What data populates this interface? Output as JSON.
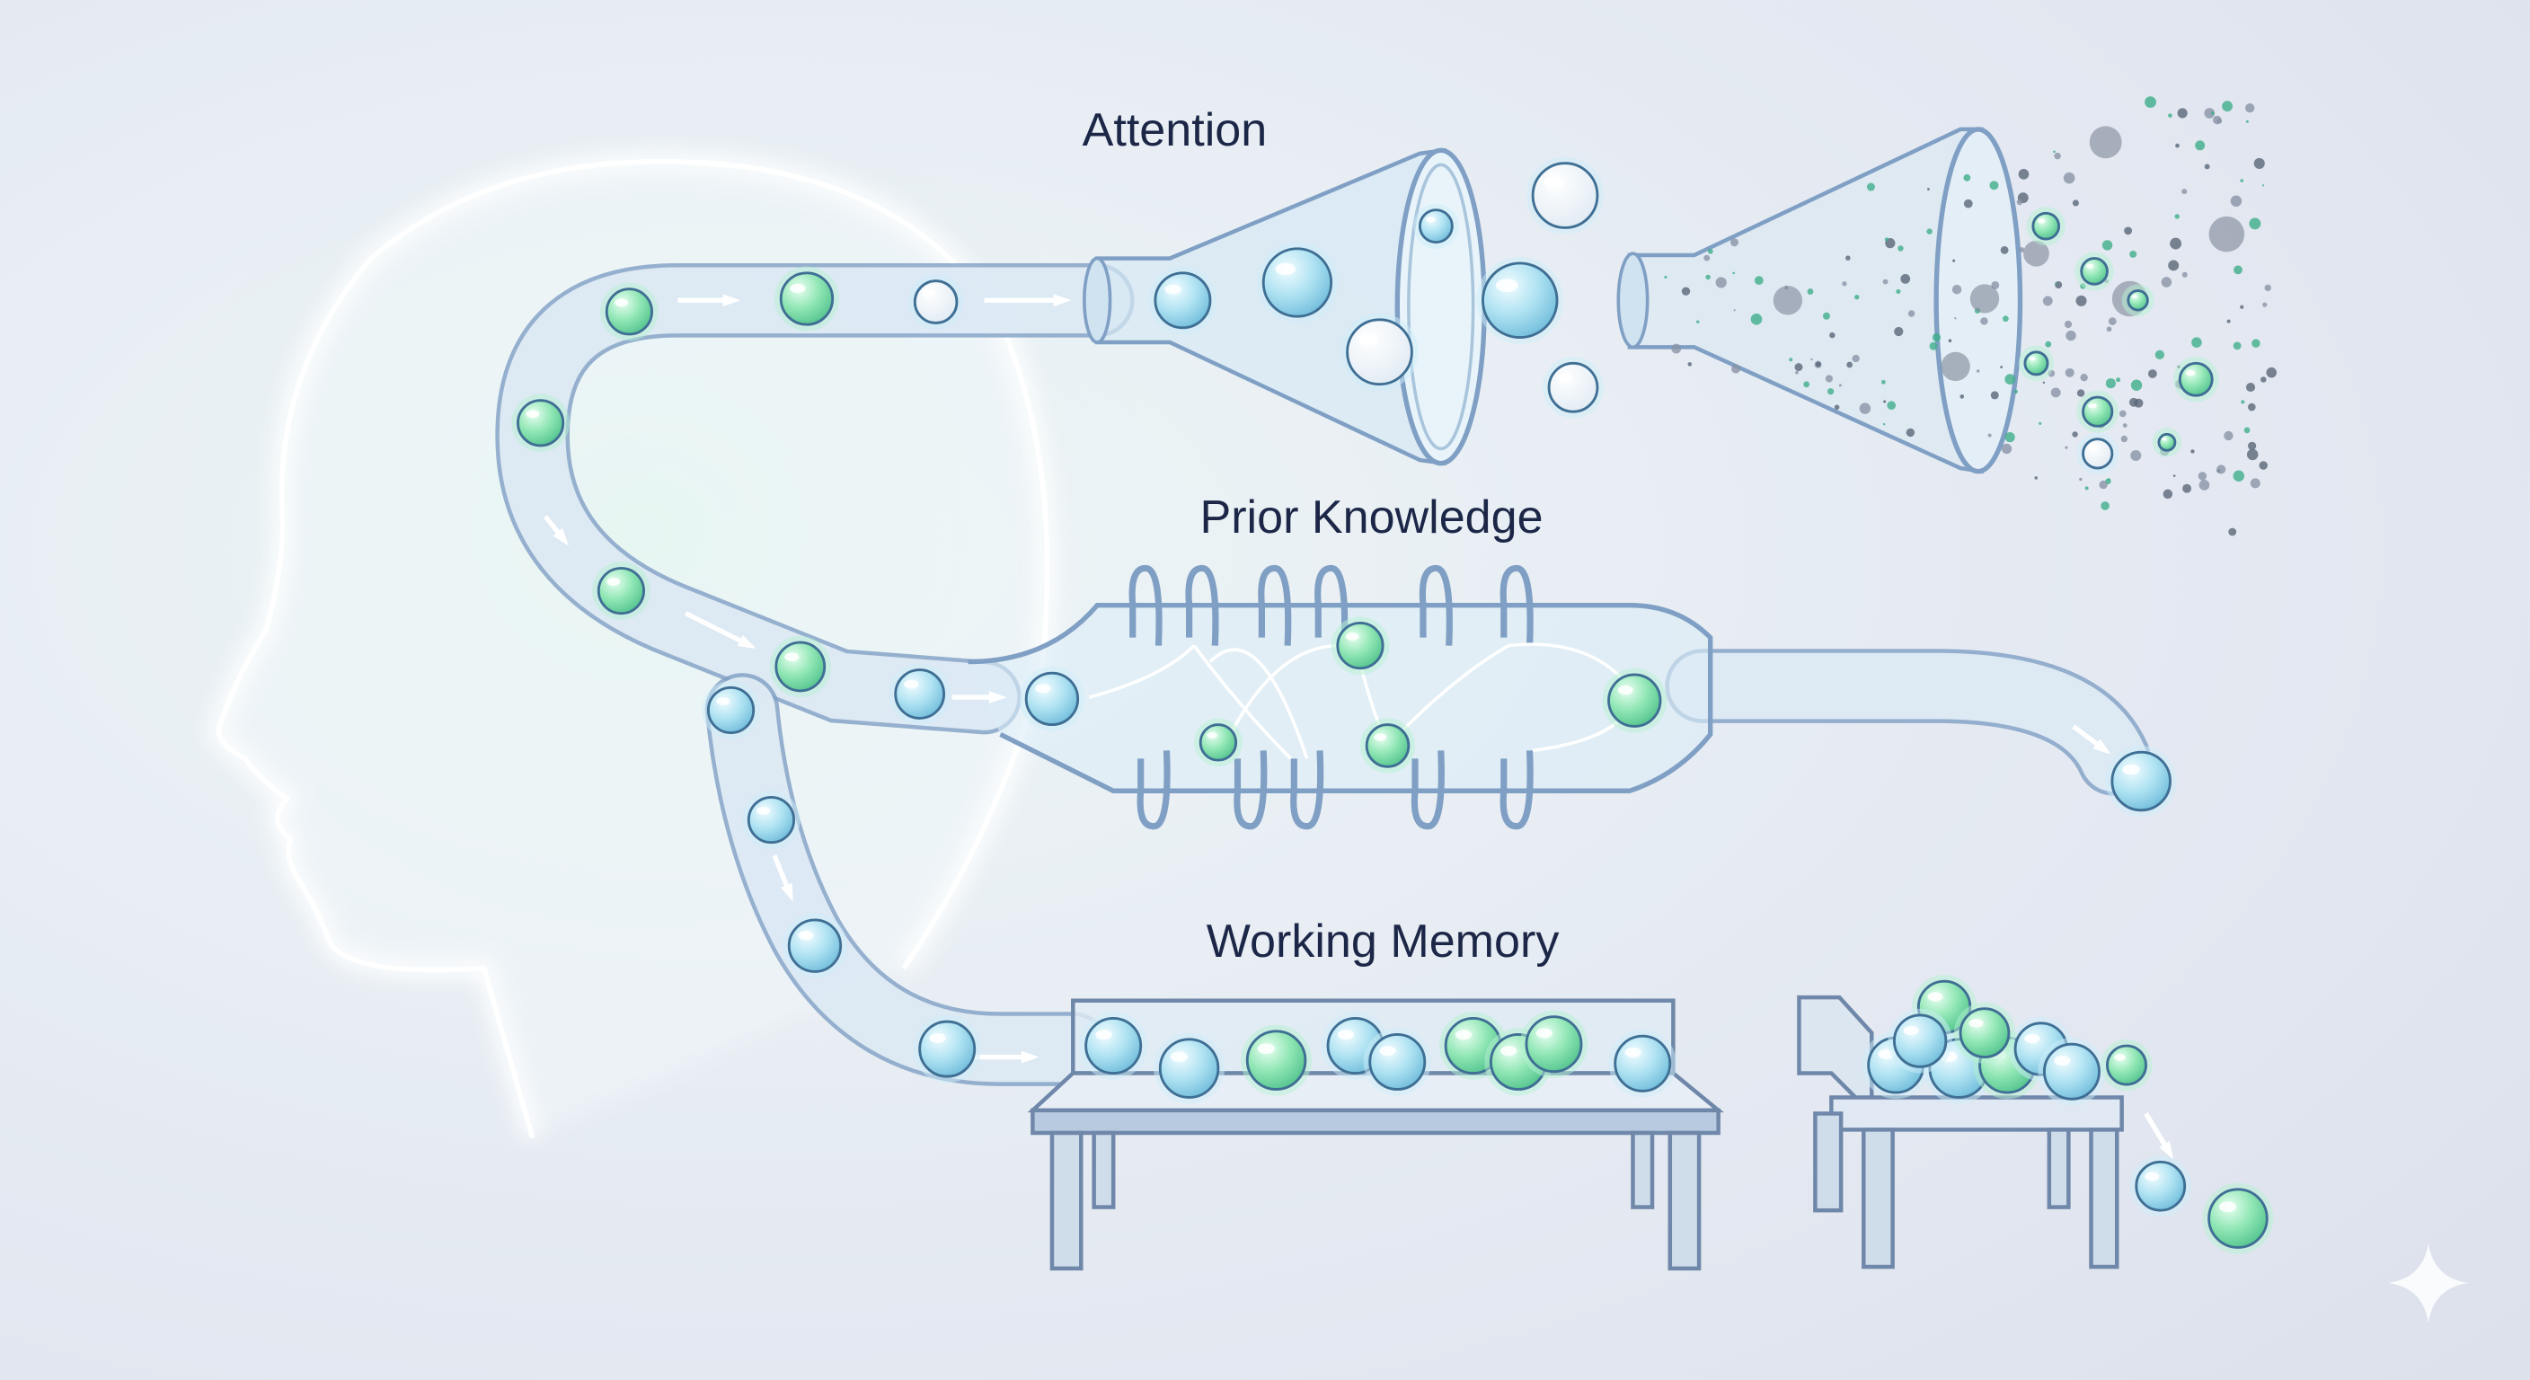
{
  "labels": {
    "attention": "Attention",
    "prior_knowledge": "Prior Knowledge",
    "working_memory": "Working Memory"
  },
  "colors": {
    "background": "#e6eaf2",
    "outline": "#7f9fc4",
    "glass": "#e2eef8",
    "ball_green": "#7fe0a8",
    "ball_blue": "#9edcf0",
    "text": "#1c2748"
  }
}
